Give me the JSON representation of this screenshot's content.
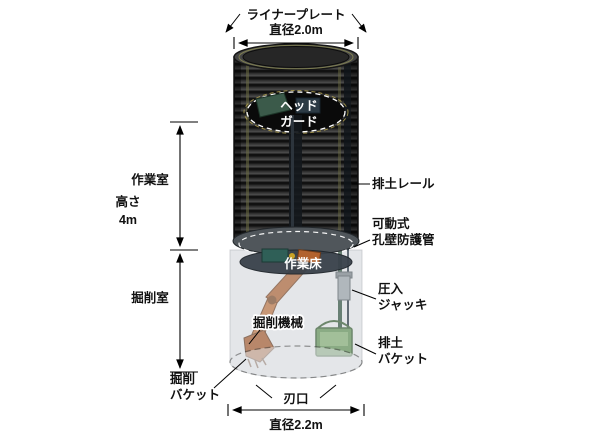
{
  "diagram": {
    "type": "technical-cutaway-diagram",
    "subject": "vertical shaft excavation machine inside liner-plate cylinder"
  },
  "labels": {
    "liner_plate": "ライナープレート",
    "dia_top": "直径2.0m",
    "head_guard_l1": "ヘッド",
    "head_guard_l2": "ガード",
    "work_room": "作業室",
    "height_l1": "高さ",
    "height_l2": "4m",
    "dig_room": "掘削室",
    "soil_rail": "排土レール",
    "movable_l1": "可動式",
    "movable_l2": "孔壁防護管",
    "work_floor": "作業床",
    "jack_l1": "圧入",
    "jack_l2": "ジャッキ",
    "dig_machine": "掘削機械",
    "soil_bucket_l1": "排土",
    "soil_bucket_l2": "バケット",
    "dig_bucket_l1": "掘削",
    "dig_bucket_l2": "バケット",
    "cutting_edge": "刃口",
    "dia_bottom": "直径2.2m"
  },
  "colors": {
    "liner_dark": "#2f2f2f",
    "liner_band": "#111111",
    "olive_accent": "#8a8a52",
    "shell_translucent": "#cdd2d6",
    "machine_orange": "#b05f2c",
    "bucket_green": "#5d8f4e",
    "deck_dark": "#39414a",
    "label_ink": "#111111"
  }
}
